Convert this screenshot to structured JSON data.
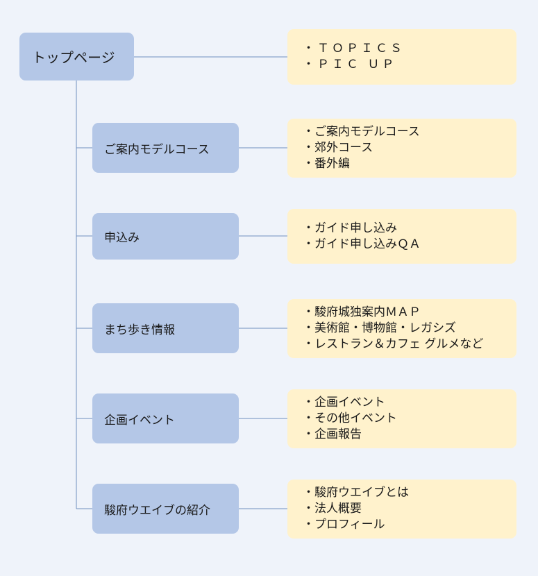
{
  "sitemap": {
    "root": {
      "label": "トップページ",
      "items": [
        "・ＴＯＰＩＣＳ",
        "・ＰＩＣ ＵＰ"
      ]
    },
    "sections": [
      {
        "label": "ご案内モデルコース",
        "items": [
          "・ご案内モデルコース",
          "・郊外コース",
          "・番外編"
        ]
      },
      {
        "label": "申込み",
        "items": [
          "・ガイド申し込み",
          "・ガイド申し込みＱＡ"
        ]
      },
      {
        "label": "まち歩き情報",
        "items": [
          "・駿府城独案内ＭＡＰ",
          "・美術館・博物館・レガシズ",
          "・レストラン＆カフェ グルメなど"
        ]
      },
      {
        "label": "企画イベント",
        "items": [
          "・企画イベント",
          "・その他イベント",
          "・企画報告"
        ]
      },
      {
        "label": "駿府ウエイブの紹介",
        "items": [
          "・駿府ウエイブとは",
          "・法人概要",
          "・プロフィール"
        ]
      }
    ]
  },
  "colors": {
    "background": "#eff3fa",
    "node": "#b4c7e7",
    "note": "#fff2cc",
    "connector": "#6f8fbf"
  }
}
